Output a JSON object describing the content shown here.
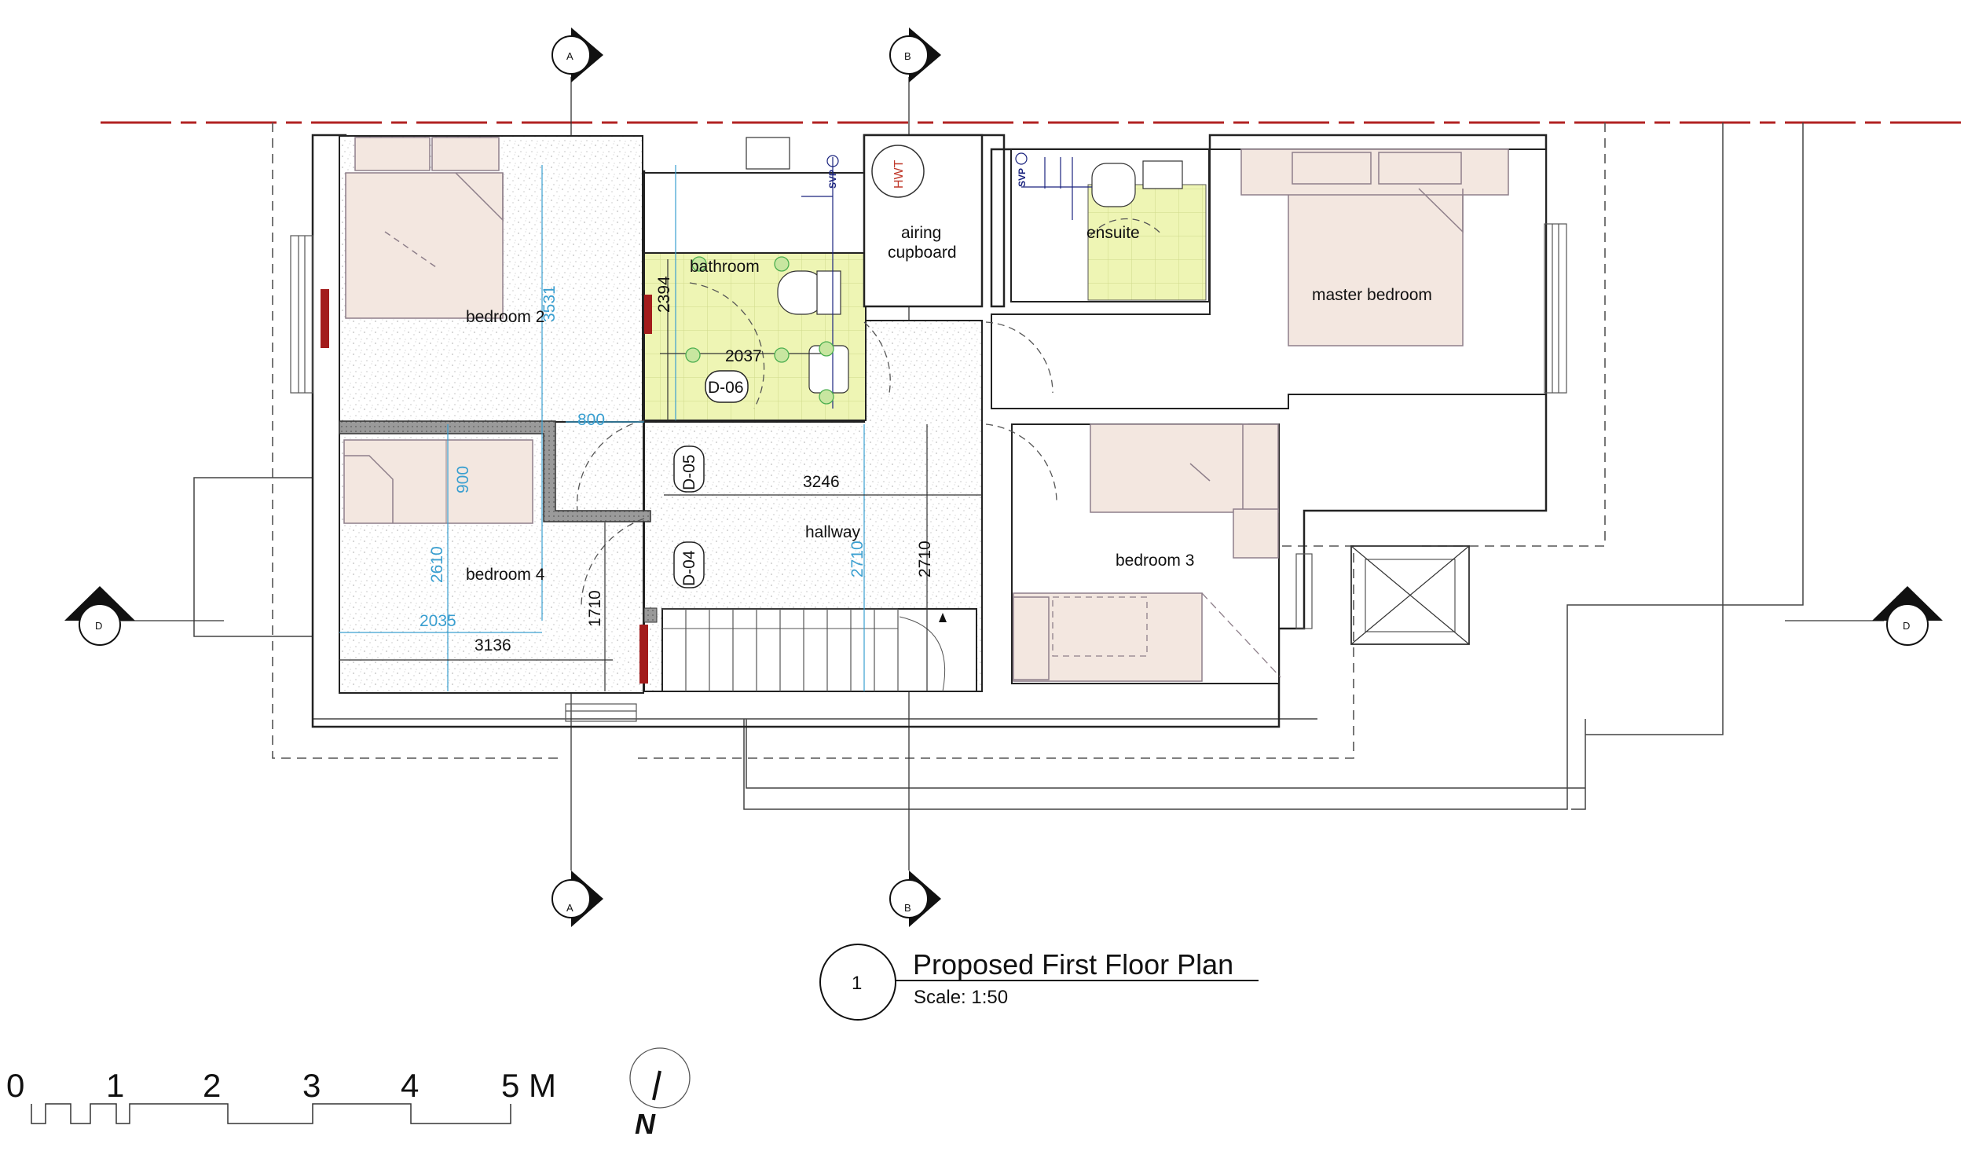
{
  "rooms": {
    "bedroom2": "bedroom 2",
    "bedroom4": "bedroom 4",
    "bathroom": "bathroom",
    "airing_line1": "airing",
    "airing_line2": "cupboard",
    "ensuite": "ensuite",
    "master": "master bedroom",
    "hallway": "hallway",
    "bedroom3": "bedroom 3"
  },
  "dimensions": {
    "d3531": "3531",
    "d800": "800",
    "d900": "900",
    "d2610": "2610",
    "d2035": "2035",
    "d3136": "3136",
    "d1710": "1710",
    "d2394": "2394",
    "d2037": "2037",
    "d3246": "3246",
    "d2710a": "2710",
    "d2710b": "2710"
  },
  "doors": {
    "d06": "D-06",
    "d05": "D-05",
    "d04": "D-04"
  },
  "fixtures": {
    "hwt": "HWT",
    "svp": "SVP"
  },
  "grid_markers": {
    "a": "A",
    "b": "B",
    "d": "D"
  },
  "title_block": {
    "number": "1",
    "title": "Proposed First Floor Plan",
    "scale": "Scale: 1:50"
  },
  "scale_bar": {
    "labels": [
      "0",
      "1",
      "2",
      "3",
      "4",
      "5 M"
    ]
  },
  "north": "N",
  "colors": {
    "wet_area": "#eef5b4",
    "furniture": "#f3e7e0",
    "boundary": "#b22222",
    "dimension": "#3a9fd0",
    "radiator": "#a31c1c"
  }
}
